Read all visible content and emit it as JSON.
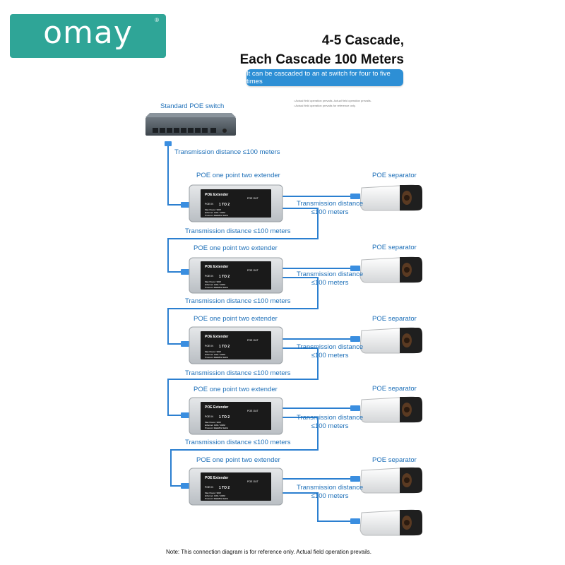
{
  "logo": {
    "text": "omay",
    "reg": "®"
  },
  "title": {
    "line1": "4-5 Cascade,",
    "line2": "Each Cascade 100 Meters"
  },
  "subtitle": "It can be cascaded to an at switch for four to five times",
  "fine_print": {
    "line1": "• Actual field operation prevails. Actual field operation prevails.",
    "line2": "• Actual field operation prevails for reference only."
  },
  "switch_label": "Standard POE switch",
  "first_distance": "Transmission distance ≤100 meters",
  "extender_label": "POE one point two extender",
  "separator_label": "POE separator",
  "side_distance": {
    "line1": "Transmission distance",
    "line2": "≤100 meters"
  },
  "between_distance": "Transmission distance ≤100 meters",
  "device": {
    "title": "POE Extender",
    "port_in": "POE IN",
    "ratio": "1 TO 2",
    "port_out": "POE OUT",
    "spec1": "Max Power: 90W",
    "spec2": "Ethernet: 10M / 100M",
    "spec3": "Protocol: IEEE802.3af/at"
  },
  "note": "Note: This connection diagram is for reference only. Actual field operation prevails.",
  "colors": {
    "brand": "#2fa597",
    "accent": "#2d8fd5",
    "cable": "#2b7fd0",
    "text_blue": "#1d6fb8"
  }
}
